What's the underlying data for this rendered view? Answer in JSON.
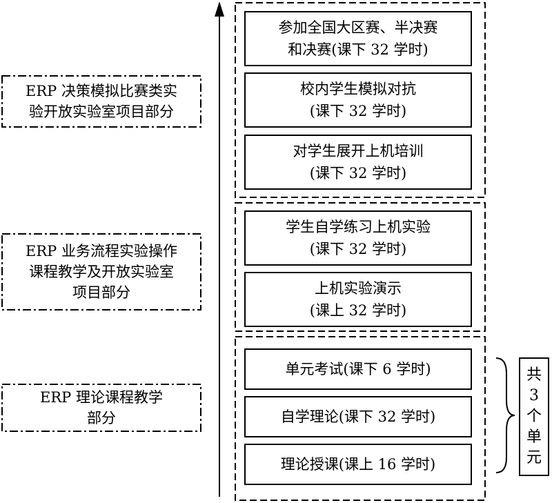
{
  "side_labels": [
    {
      "lines": [
        "ERP 决策模拟比赛类实",
        "验开放实验室项目部分"
      ]
    },
    {
      "lines": [
        "ERP 业务流程实验操作",
        "课程教学及开放实验室",
        "项目部分"
      ]
    },
    {
      "lines": [
        "ERP 理论课程教学",
        "部分"
      ]
    }
  ],
  "groups": [
    {
      "boxes": [
        {
          "lines": [
            "参加全国大区赛、半决赛",
            "和决赛(课下 32 学时)"
          ]
        },
        {
          "lines": [
            "校内学生模拟对抗",
            "(课下 32 学时)"
          ]
        },
        {
          "lines": [
            "对学生展开上机培训",
            "(课下 32 学时)"
          ]
        }
      ]
    },
    {
      "boxes": [
        {
          "lines": [
            "学生自学练习上机实验",
            "(课下 32 学时)"
          ]
        },
        {
          "lines": [
            "上机实验演示",
            "(课上 32 学时)"
          ]
        }
      ]
    },
    {
      "boxes": [
        {
          "lines": [
            "单元考试(课下 6 学时)"
          ]
        },
        {
          "lines": [
            "自学理论(课下 32 学时)"
          ]
        },
        {
          "lines": [
            "理论授课(课上 16 学时)"
          ]
        }
      ]
    }
  ],
  "units_note": {
    "chars": [
      "共",
      "3",
      "个",
      "单",
      "元"
    ]
  }
}
